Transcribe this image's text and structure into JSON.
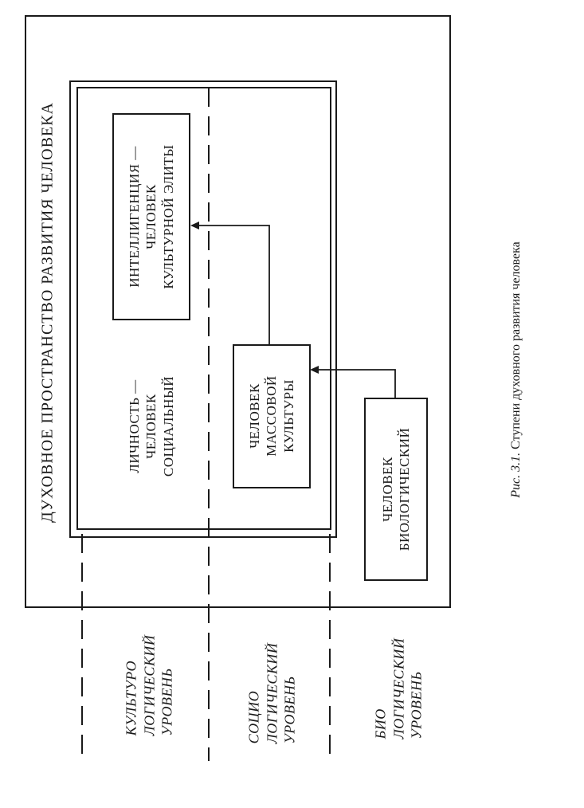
{
  "diagram": {
    "outer_title": "ДУХОВНОЕ ПРОСТРАНСТВО РАЗВИТИЯ ЧЕЛОВЕКА",
    "boxes": {
      "intelligentsia": "ИНТЕЛЛИГЕНЦИЯ —\nЧЕЛОВЕК\nКУЛЬТУРНОЙ ЭЛИТЫ",
      "personality": "ЛИЧНОСТЬ —\nЧЕЛОВЕК\nСОЦИАЛЬНЫЙ",
      "mass_culture": "ЧЕЛОВЕК\nМАССОВОЙ\nКУЛЬТУРЫ",
      "biological": "ЧЕЛОВЕК\nБИОЛОГИЧЕСКИЙ"
    },
    "levels": {
      "culturo": "КУЛЬТУРО\nЛОГИЧЕСКИЙ\nУРОВЕНЬ",
      "socio": "СОЦИО\nЛОГИЧЕСКИЙ\nУРОВЕНЬ",
      "bio": "БИО\nЛОГИЧЕСКИЙ\nУРОВЕНЬ"
    }
  },
  "caption": {
    "number": "Рис. 3.1.",
    "text": " Ступени духовного развития человека"
  }
}
